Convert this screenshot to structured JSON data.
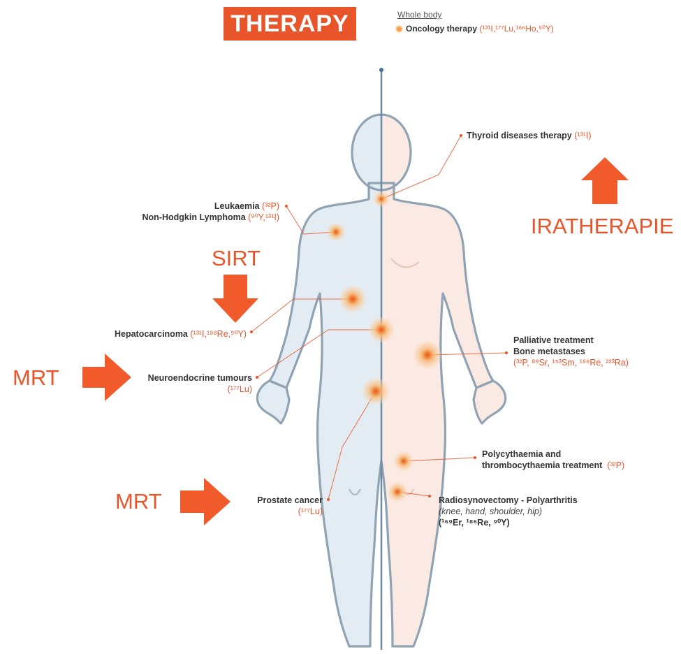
{
  "badge": "THERAPY",
  "legend": {
    "heading": "Whole body",
    "item": "Oncology therapy",
    "isotopes": "(¹³¹I,¹⁷⁷Lu,¹⁶⁶Ho,⁹⁰Y)"
  },
  "labels": {
    "thyroid": {
      "text": "Thyroid diseases therapy",
      "isotopes": "(¹³¹I)"
    },
    "leukaemia": {
      "text": "Leukaemia",
      "isotopes": "(³²P)"
    },
    "nhl": {
      "text": "Non-Hodgkin Lymphoma",
      "isotopes": "(⁹⁰Y,¹³¹I)"
    },
    "hepato": {
      "text": "Hepatocarcinoma",
      "isotopes": "(¹³¹I,¹⁸⁸Re,⁹⁰Y)"
    },
    "neuro": {
      "text": "Neuroendocrine tumours",
      "isotopes": "(¹⁷⁷Lu)"
    },
    "prostate": {
      "text": "Prostate cancer",
      "isotopes": "(¹⁷⁷Lu)"
    },
    "palliative": {
      "line1": "Palliative treatment",
      "line2": "Bone metastases",
      "isotopes": "(³²P, ⁸⁹Sr, ¹⁵³Sm, ¹⁸⁶Re, ²²³Ra)"
    },
    "poly": {
      "line1": "Polycythaemia and",
      "line2": "thrombocythaemia treatment",
      "isotopes": "(³²P)"
    },
    "radio": {
      "line1": "Radiosynovectomy - Polyarthritis",
      "line2": "(knee, hand, shoulder, hip)",
      "isotopes": "(¹⁶⁹Er, ¹⁸⁶Re, ⁹⁰Y)"
    }
  },
  "overlays": {
    "iratherapie": "IRATHERAPIE",
    "sirt": "SIRT",
    "mrt1": "MRT",
    "mrt2": "MRT"
  },
  "colors": {
    "accent": "#e8552a",
    "body_left": "#e4ecf3",
    "body_right": "#fbe9e3",
    "outline": "#8fa3b3",
    "spot": "#f4a04a"
  }
}
